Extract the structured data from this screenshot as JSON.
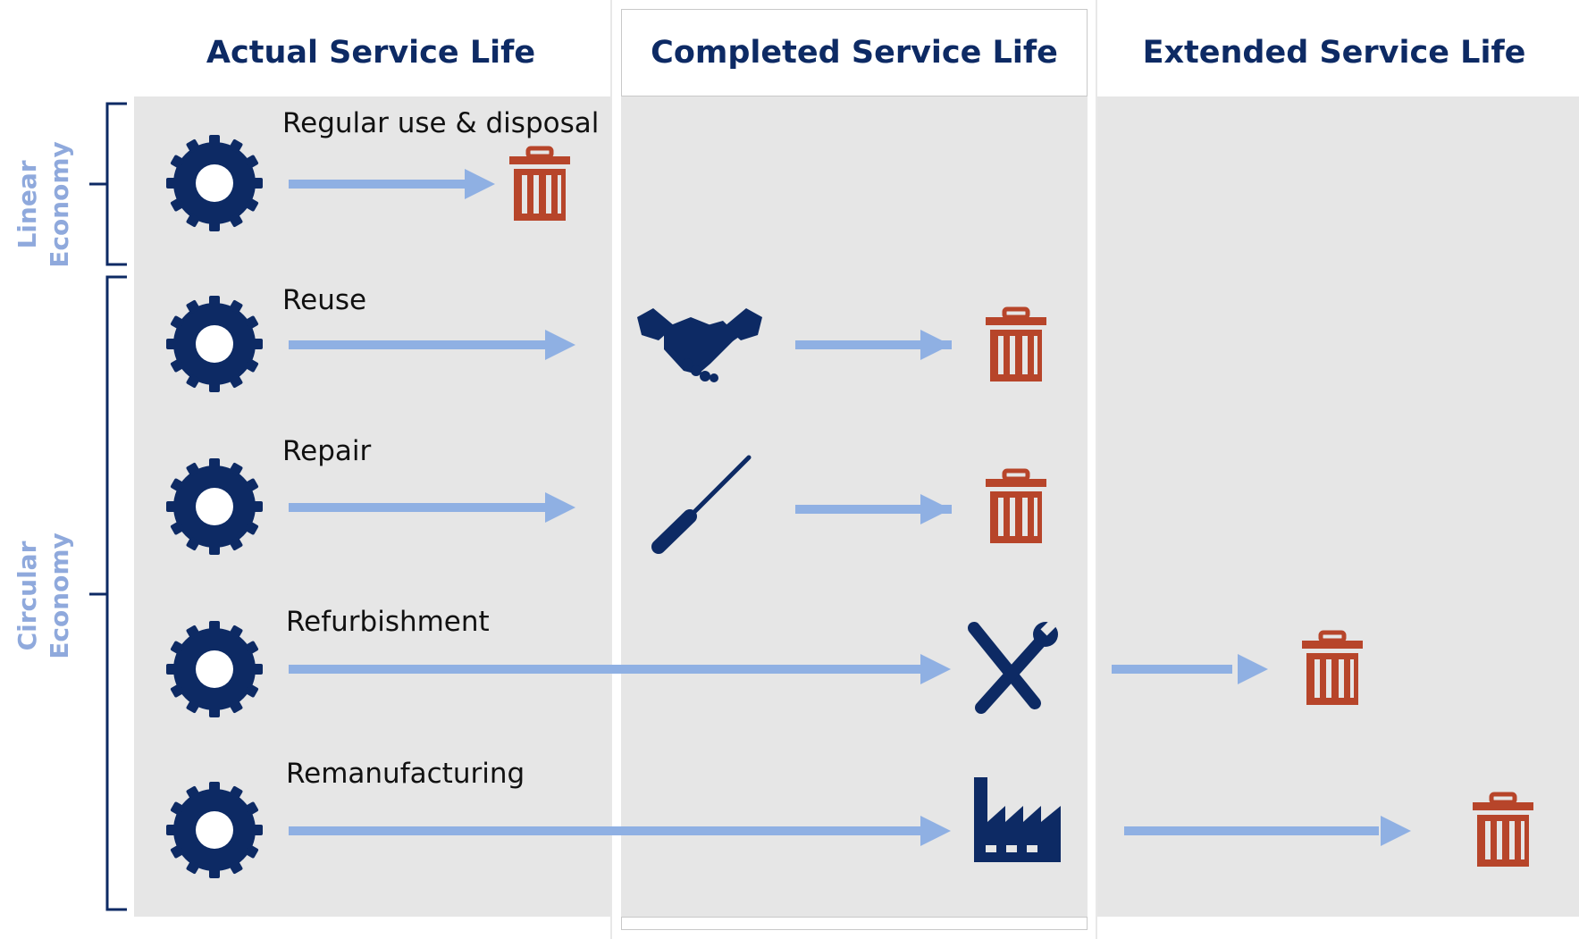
{
  "columns": [
    {
      "title": "Actual Service Life"
    },
    {
      "title": "Completed Service Life"
    },
    {
      "title": "Extended Service Life"
    }
  ],
  "economies": [
    {
      "label": "Linear Economy"
    },
    {
      "label": "Circular Economy"
    }
  ],
  "rows": [
    {
      "label": "Regular use & disposal",
      "stages": [
        "tire-icon",
        "trash-icon"
      ]
    },
    {
      "label": "Reuse",
      "stages": [
        "tire-icon",
        "handshake-icon",
        "trash-icon"
      ]
    },
    {
      "label": "Repair",
      "stages": [
        "tire-icon",
        "screwdriver-icon",
        "trash-icon"
      ]
    },
    {
      "label": "Refurbishment",
      "stages": [
        "tire-icon",
        "tools-icon",
        "trash-icon"
      ]
    },
    {
      "label": "Remanufacturing",
      "stages": [
        "tire-icon",
        "factory-icon",
        "trash-icon"
      ]
    }
  ],
  "colors": {
    "navy": "#0d2a64",
    "arrow": "#8fb0e3",
    "trash": "#b7452a",
    "economy_label": "#8fa9dc",
    "panel": "#e6e6e6"
  }
}
